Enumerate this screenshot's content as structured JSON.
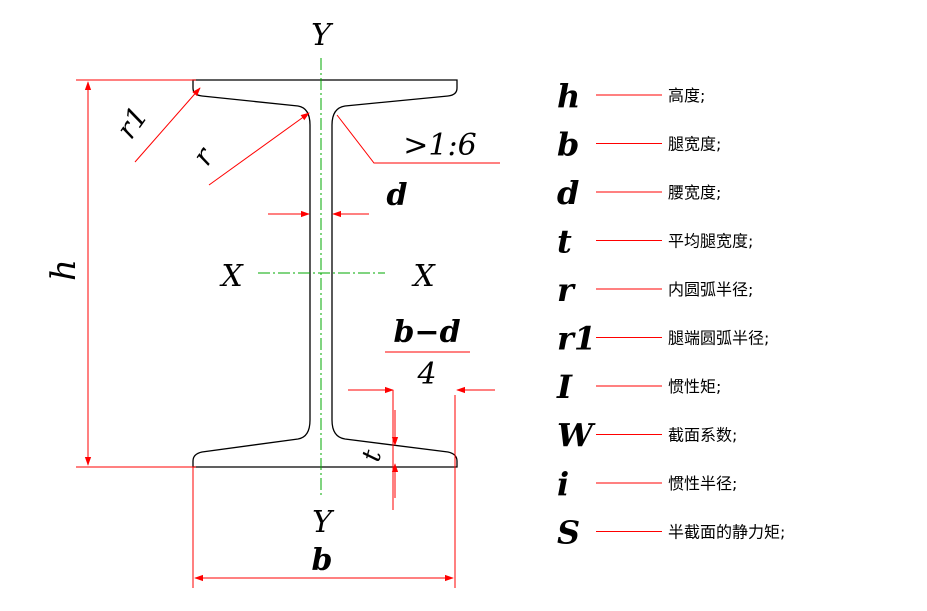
{
  "diagram": {
    "labels": {
      "y_top": "Y",
      "y_bottom": "Y",
      "x_left": "X",
      "x_right": "X",
      "h": "h",
      "r1": "r1",
      "r": "r",
      "slope": ">1:6",
      "d": "d",
      "frac_num": "b−d",
      "frac_den": "4",
      "t": "t",
      "b": "b"
    }
  },
  "legend": [
    {
      "symbol": "h",
      "desc": "高度;"
    },
    {
      "symbol": "b",
      "desc": "腿宽度;"
    },
    {
      "symbol": "d",
      "desc": "腰宽度;"
    },
    {
      "symbol": "t",
      "desc": "平均腿宽度;"
    },
    {
      "symbol": "r",
      "desc": "内圆弧半径;"
    },
    {
      "symbol": "r1",
      "desc": "腿端圆弧半径;"
    },
    {
      "symbol": "I",
      "desc": "惯性矩;"
    },
    {
      "symbol": "W",
      "desc": "截面系数;"
    },
    {
      "symbol": "i",
      "desc": "惯性半径;"
    },
    {
      "symbol": "S",
      "desc": "半截面的静力矩;"
    }
  ],
  "colors": {
    "outline": "#000000",
    "dimension": "#ff0000",
    "centerline": "#00aa00"
  }
}
